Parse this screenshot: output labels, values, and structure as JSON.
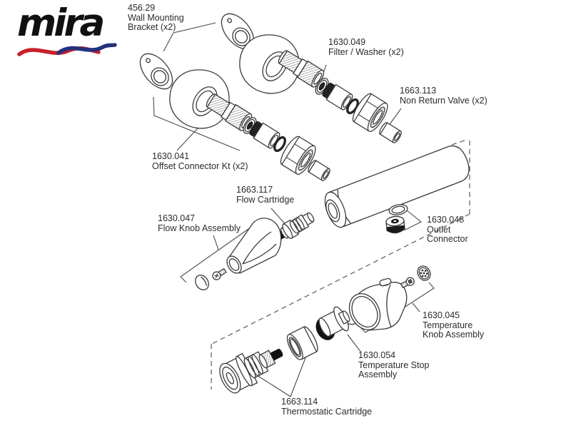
{
  "brand": {
    "name": "mira",
    "swoosh_red": "#c8202a",
    "swoosh_blue": "#23317c"
  },
  "diagram": {
    "line_color": "#3a3a3a",
    "background": "#ffffff"
  },
  "parts": {
    "wall_mounting_bracket": {
      "code": "456.29",
      "lines": [
        "Wall Mounting",
        "Bracket (x2)"
      ]
    },
    "filter_washer": {
      "code": "1630.049",
      "lines": [
        "Filter / Washer (x2)"
      ]
    },
    "non_return_valve": {
      "code": "1663.113",
      "lines": [
        "Non Return Valve (x2)"
      ]
    },
    "offset_connector": {
      "code": "1630.041",
      "lines": [
        "Offset Connector Kt (x2)"
      ]
    },
    "flow_cartridge": {
      "code": "1663.117",
      "lines": [
        "Flow Cartridge"
      ]
    },
    "flow_knob": {
      "code": "1630.047",
      "lines": [
        "Flow Knob Assembly"
      ]
    },
    "outlet_connector": {
      "code": "1630.048",
      "lines": [
        "Outlet",
        "Connector"
      ]
    },
    "temperature_knob": {
      "code": "1630.045",
      "lines": [
        "Temperature",
        "Knob Assembly"
      ]
    },
    "temperature_stop": {
      "code": "1630.054",
      "lines": [
        "Temperature Stop",
        "Assembly"
      ]
    },
    "thermostatic_cartridge": {
      "code": "1663.114",
      "lines": [
        "Thermostatic Cartridge"
      ]
    }
  }
}
